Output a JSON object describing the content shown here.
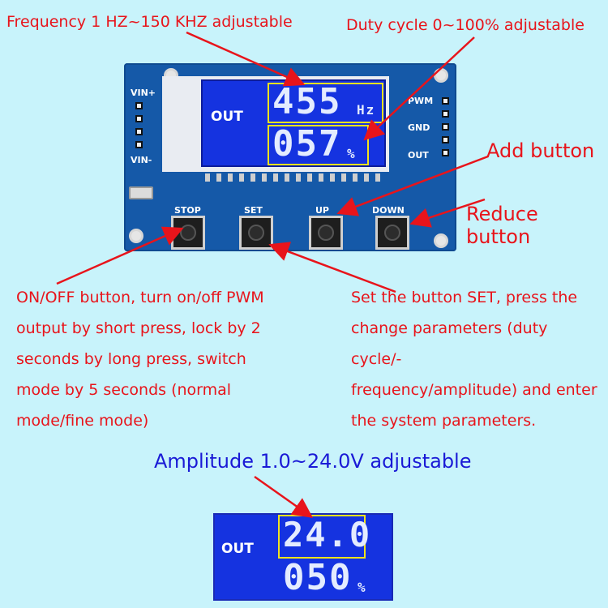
{
  "annotations": {
    "frequency": "Frequency 1 HZ~150 KHZ adjustable",
    "duty": "Duty cycle 0~100% adjustable",
    "add": "Add button",
    "reduce": "Reduce button",
    "onoff": "ON/OFF button, turn on/off PWM\noutput by short press, lock by 2\nseconds by long press, switch\nmode by 5 seconds (normal\nmode/fine mode)",
    "set": "Set the button SET, press the\nchange parameters (duty cycle/-\nfrequency/amplitude) and enter\nthe system parameters.",
    "amplitude": "Amplitude 1.0~24.0V adjustable"
  },
  "board": {
    "vin_plus": "VIN+",
    "vin_minus": "VIN-",
    "pwm": "PWM",
    "gnd": "GND",
    "out_pin": "OUT",
    "buttons": [
      "STOP",
      "SET",
      "UP",
      "DOWN"
    ]
  },
  "lcd_top": {
    "out_label": "OUT",
    "frequency_value": "455",
    "frequency_unit": "Hz",
    "duty_value": "057",
    "duty_unit": "%"
  },
  "lcd_bottom": {
    "out_label": "OUT",
    "amplitude_value": "24.0",
    "duty_value": "050",
    "duty_unit": "%"
  },
  "colors": {
    "background": "#c8f3fb",
    "annotation_red": "#e8141b",
    "annotation_blue": "#1a1ad6",
    "pcb": "#1559a8",
    "lcd": "#1533e0",
    "highlight": "#f2e31c"
  }
}
